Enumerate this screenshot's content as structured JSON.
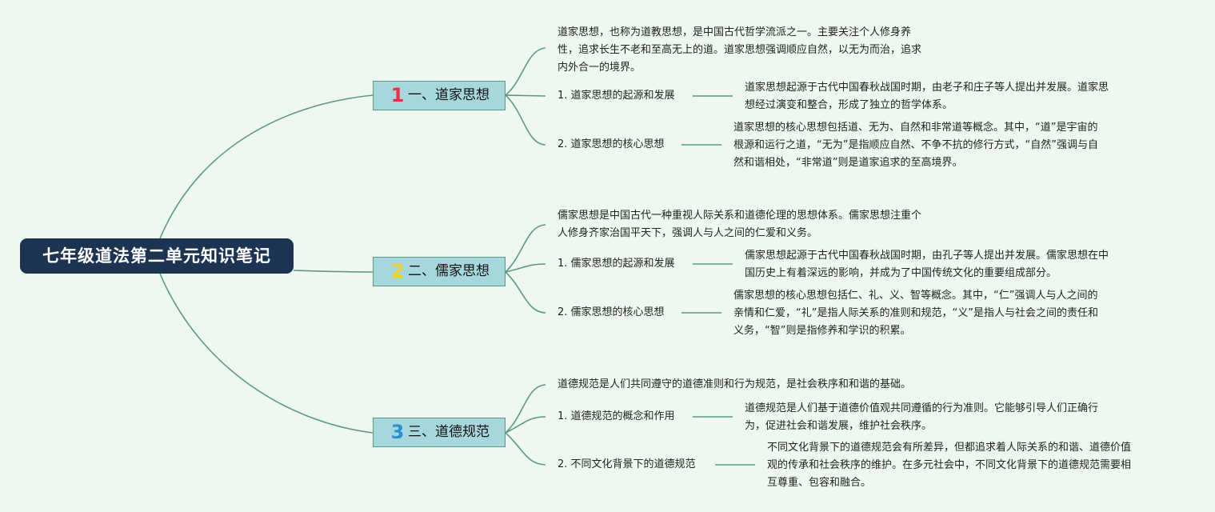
{
  "root": {
    "title": "七年级道法第二单元知识笔记"
  },
  "branches": [
    {
      "number": "1",
      "number_color": "#e8324a",
      "label": "一、道家思想",
      "intro": [
        "道家思想，也称为道教思想，是中国古代哲学流派之一。主要关注个人修身养",
        "性，追求长生不老和至高无上的道。道家思想强调顺应自然，以无为而治，追求",
        "内外合一的境界。"
      ],
      "topics": [
        {
          "title": "1. 道家思想的起源和发展",
          "detail": [
            "道家思想起源于古代中国春秋战国时期，由老子和庄子等人提出并发展。道家思",
            "想经过演变和整合，形成了独立的哲学体系。"
          ]
        },
        {
          "title": "2. 道家思想的核心思想",
          "detail": [
            "道家思想的核心思想包括道、无为、自然和非常道等概念。其中，“道”是宇宙的",
            "根源和运行之道，“无为”是指顺应自然、不争不抗的修行方式，“自然”强调与自",
            "然和谐相处，“非常道”则是道家追求的至高境界。"
          ]
        }
      ]
    },
    {
      "number": "2",
      "number_color": "#f2cf2a",
      "label": "二、儒家思想",
      "intro": [
        "儒家思想是中国古代一种重视人际关系和道德伦理的思想体系。儒家思想注重个",
        "人修身齐家治国平天下，强调人与人之间的仁爱和义务。"
      ],
      "topics": [
        {
          "title": "1. 儒家思想的起源和发展",
          "detail": [
            "儒家思想起源于古代中国春秋战国时期，由孔子等人提出并发展。儒家思想在中",
            "国历史上有着深远的影响，并成为了中国传统文化的重要组成部分。"
          ]
        },
        {
          "title": "2. 儒家思想的核心思想",
          "detail": [
            "儒家思想的核心思想包括仁、礼、义、智等概念。其中，“仁”强调人与人之间的",
            "亲情和仁爱，“礼”是指人际关系的准则和规范，“义”是指人与社会之间的责任和",
            "义务，“智”则是指修养和学识的积累。"
          ]
        }
      ]
    },
    {
      "number": "3",
      "number_color": "#2a8fd6",
      "label": "三、道德规范",
      "intro": [
        "道德规范是人们共同遵守的道德准则和行为规范，是社会秩序和和谐的基础。"
      ],
      "topics": [
        {
          "title": "1. 道德规范的概念和作用",
          "detail": [
            "道德规范是人们基于道德价值观共同遵循的行为准则。它能够引导人们正确行",
            "为，促进社会和谐发展，维护社会秩序。"
          ]
        },
        {
          "title": "2. 不同文化背景下的道德规范",
          "detail": [
            "不同文化背景下的道德规范会有所差异，但都追求着人际关系的和谐、道德价值",
            "观的传承和社会秩序的维护。在多元社会中，不同文化背景下的道德规范需要相",
            "互尊重、包容和融合。"
          ]
        }
      ]
    }
  ]
}
